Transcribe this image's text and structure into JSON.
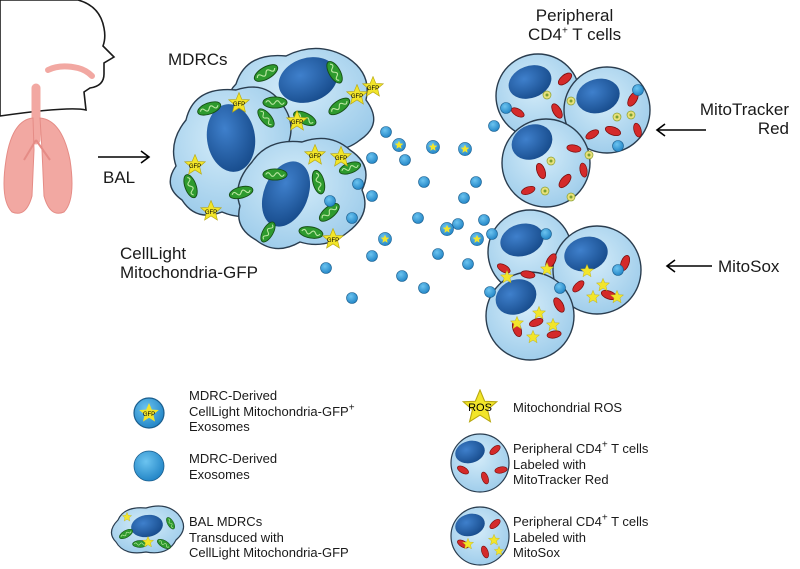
{
  "labels": {
    "mdrcs": "MDRCs",
    "bal": "BAL",
    "celllight_line1": "CellLight",
    "celllight_line2": "Mitochondria-GFP",
    "peripheral_line1": "Peripheral",
    "peripheral_line2": "CD4",
    "peripheral_sup": "+",
    "peripheral_line2_rest": " T cells",
    "mitotracker_line1": "MitoTracker",
    "mitotracker_line2": "Red",
    "mitosox": "MitoSox",
    "gfp": "GFP",
    "ros": "ROS"
  },
  "legend": {
    "gfp_exosomes": {
      "line1": "MDRC-Derived",
      "line2": "CellLight Mitochondria-GFP",
      "sup": "+",
      "line3": "Exosomes"
    },
    "exosomes": {
      "line1": "MDRC-Derived",
      "line2": "Exosomes"
    },
    "bal_mdrcs": {
      "line1": "BAL MDRCs",
      "line2": "Transduced with",
      "line3": "CellLight Mitochondria-GFP"
    },
    "mito_ros": {
      "line1": "Mitochondrial ROS"
    },
    "tcells_mitotracker": {
      "line1": "Peripheral CD4",
      "sup": "+",
      "line1_rest": " T cells",
      "line2": "Labeled with",
      "line3": "MitoTracker Red"
    },
    "tcells_mitosox": {
      "line1": "Peripheral CD4",
      "sup": "+",
      "line1_rest": " T cells",
      "line2": "Labeled with",
      "line3": "MitoSox"
    }
  },
  "colors": {
    "cell_fill": "#bfe0f3",
    "nucleus": "#1f5fa8",
    "exosome": "#3aa3dc",
    "mito_green": "#2e9a2e",
    "mito_red": "#d42a2a",
    "star_yellow": "#f2e52a",
    "lung_pink": "#f2a8a2"
  }
}
